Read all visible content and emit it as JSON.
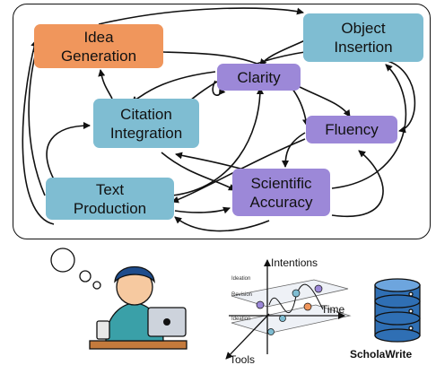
{
  "nodes": {
    "idea_generation": "Idea\nGeneration",
    "object_insertion": "Object\nInsertion",
    "clarity": "Clarity",
    "citation_integration": "Citation\nIntegration",
    "fluency": "Fluency",
    "text_production": "Text\nProduction",
    "scientific_accuracy": "Scientific\nAccuracy"
  },
  "colors": {
    "writing_planning": "#f0965c",
    "implementation": "#7fbdd2",
    "revision": "#9c88d8"
  },
  "illustration": {
    "axis_intentions": "Intentions",
    "axis_time": "Time",
    "axis_tools": "Tools",
    "plane_ideation_top": "Ideation",
    "plane_revision": "Revision",
    "plane_ideation_bottom": "Ideation",
    "dataset_name": "ScholaWrite",
    "icons": [
      "writer-at-laptop-icon",
      "thought-bubble-icon",
      "database-icon"
    ]
  }
}
